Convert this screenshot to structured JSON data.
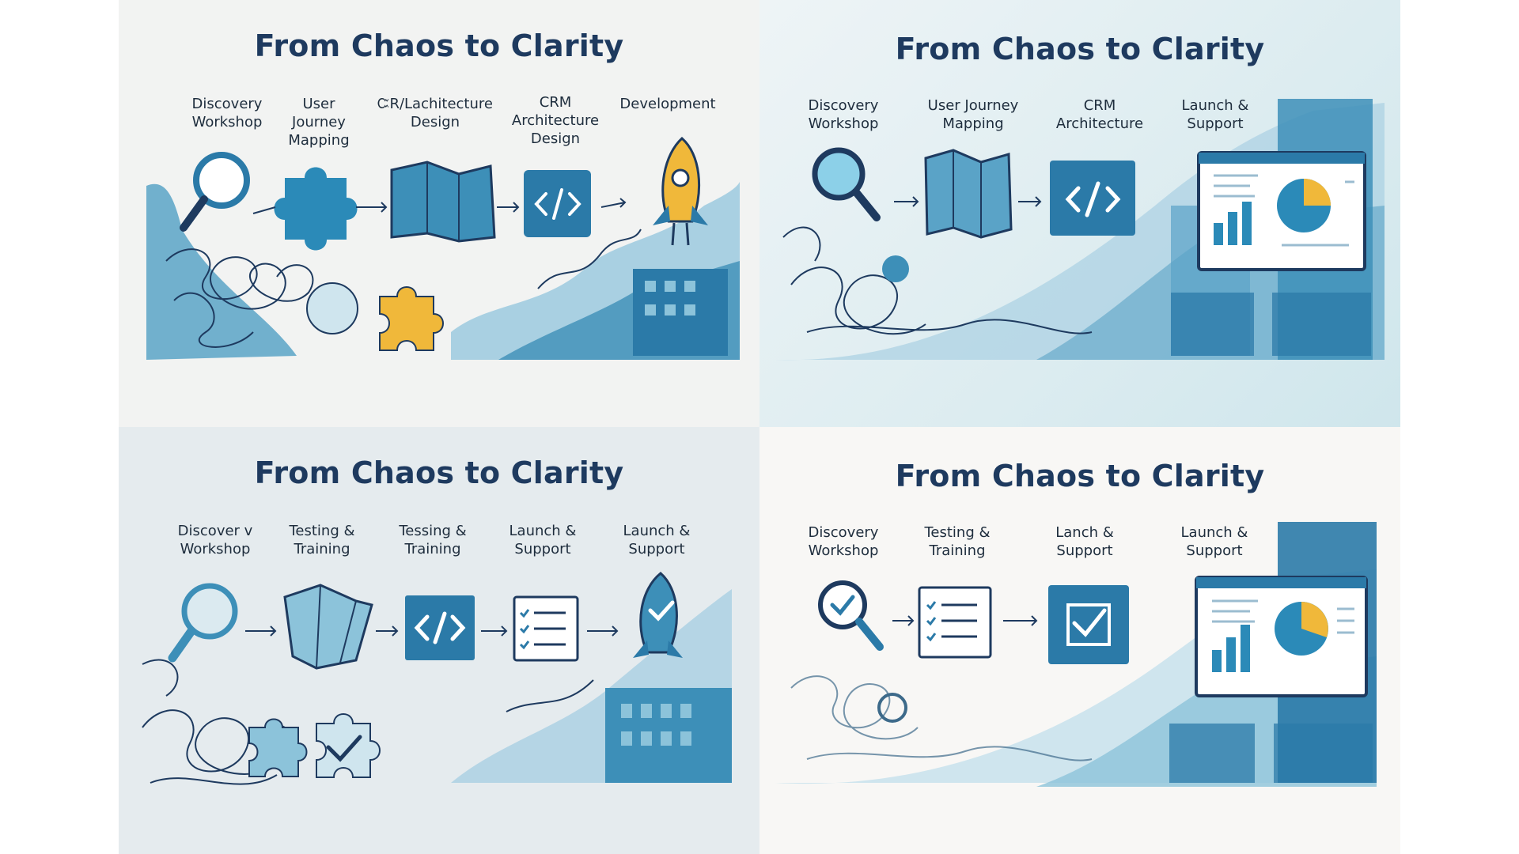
{
  "colors": {
    "navy": "#1e3a5f",
    "blue": "#2b7aa8",
    "midblue": "#3d8fb8",
    "lightblue": "#8cc3da",
    "paleblue": "#cfe5ee",
    "yellow": "#f0b83a",
    "ink": "#2a4a66"
  },
  "panels": [
    {
      "title": "From Chaos to Clarity",
      "steps": [
        {
          "label": "Discovery Workshop"
        },
        {
          "label": "User Journey Mapping"
        },
        {
          "label": "ᏨR/Lachitecture Design"
        },
        {
          "label": "CRM Architecture Design"
        },
        {
          "label": "Development"
        }
      ],
      "icons": [
        "magnifier-icon",
        "puzzle-icon",
        "map-icon",
        "code-icon",
        "rocket-icon"
      ]
    },
    {
      "title": "From Chaos to Clarity",
      "steps": [
        {
          "label": "Discovery Workshop"
        },
        {
          "label": "User Journey Mapping"
        },
        {
          "label": "CRM Architecture"
        },
        {
          "label": "Launch & Support"
        }
      ],
      "icons": [
        "magnifier-icon",
        "map-icon",
        "code-icon",
        "dashboard-icon"
      ]
    },
    {
      "title": "From Chaos to Clarity",
      "steps": [
        {
          "label": "Discover v Workshop"
        },
        {
          "label": "Testing & Training"
        },
        {
          "label": "Tessing & Training"
        },
        {
          "label": "Launch & Support"
        },
        {
          "label": "Launch & Support"
        }
      ],
      "icons": [
        "magnifier-icon",
        "map-icon",
        "code-icon",
        "checklist-icon",
        "rocket-icon"
      ]
    },
    {
      "title": "From Chaos to Clarity",
      "steps": [
        {
          "label": "Discovery Workshop"
        },
        {
          "label": "Testing & Training"
        },
        {
          "label": "Lanch & Support"
        },
        {
          "label": "Launch & Support"
        }
      ],
      "icons": [
        "magnifier-icon",
        "checklist-icon",
        "checkbox-icon",
        "dashboard-icon"
      ]
    }
  ]
}
